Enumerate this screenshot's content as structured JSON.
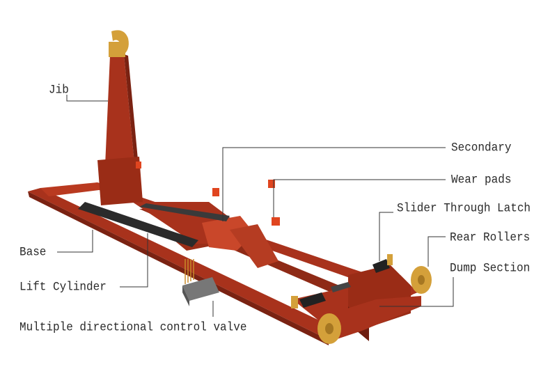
{
  "labels": {
    "jib": "Jib",
    "secondary": "Secondary",
    "wear_pads": "Wear pads",
    "slider_through_latch": "Slider Through Latch",
    "rear_rollers": "Rear Rollers",
    "dump_section": "Dump Section",
    "base": "Base",
    "lift_cylinder": "Lift Cylinder",
    "control_valve": "Multiple directional control valve"
  },
  "colors": {
    "frame": "#a8321c",
    "frame_dark": "#7a2212",
    "frame_light": "#c9472a",
    "accent_orange": "#e0451f",
    "brass": "#d4a03a",
    "cylinder": "#2b2b2b",
    "leader_line": "#333333"
  }
}
